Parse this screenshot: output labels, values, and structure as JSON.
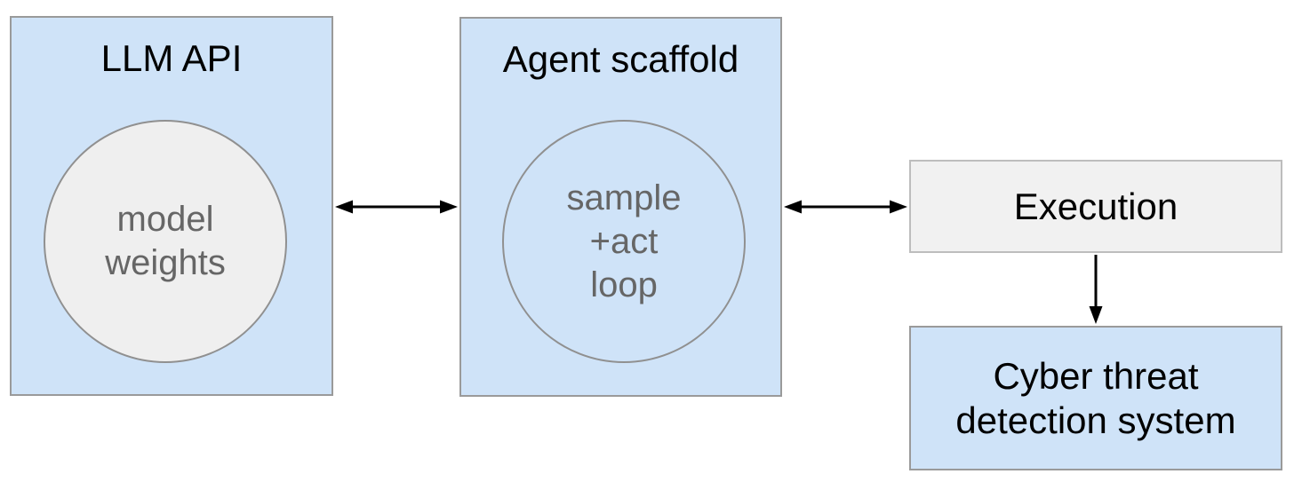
{
  "diagram": {
    "nodes": {
      "llm_api": {
        "title": "LLM API",
        "circle_lines": [
          "model",
          "weights"
        ]
      },
      "agent_scaffold": {
        "title": "Agent scaffold",
        "circle_lines": [
          "sample",
          "+act",
          "loop"
        ]
      },
      "execution": {
        "title": "Execution"
      },
      "cyber_threat": {
        "lines": [
          "Cyber threat",
          "detection system"
        ]
      }
    },
    "connections": [
      {
        "from": "llm_api",
        "to": "agent_scaffold",
        "type": "bidirectional"
      },
      {
        "from": "agent_scaffold",
        "to": "execution",
        "type": "bidirectional"
      },
      {
        "from": "execution",
        "to": "cyber_threat",
        "type": "directed-down"
      }
    ],
    "colors": {
      "blue_fill": "#cfe3f8",
      "gray_fill": "#f1f1f1",
      "circle_gray_fill": "#efefef",
      "border_gray": "#9a9a9a",
      "text_black": "#000000",
      "text_gray": "#666666",
      "arrow_black": "#000000",
      "background": "#ffffff"
    }
  }
}
